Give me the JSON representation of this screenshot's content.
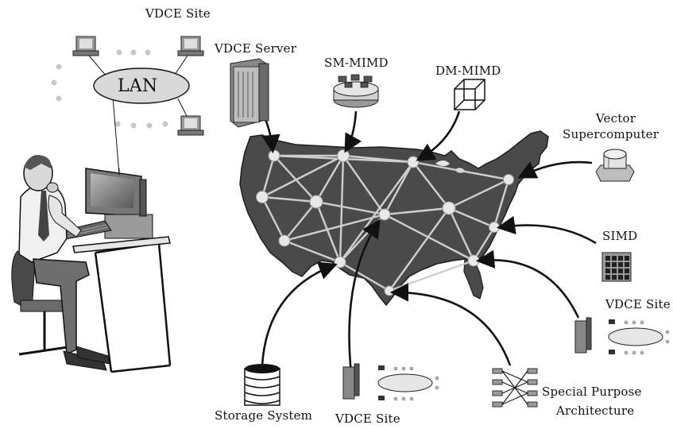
{
  "labels": {
    "vdce_site_top": "VDCE Site",
    "lan": "LAN",
    "vdce_server": "VDCE Server",
    "sm_mimd": "SM-MIMD",
    "dm_mimd": "DM-MIMD",
    "vector_super_line1": "Vector",
    "vector_super_line2": "Supercomputer",
    "simd": "SIMD",
    "vdce_site_right": "VDCE Site",
    "storage_system": "Storage System",
    "vdce_site_bottom": "VDCE Site",
    "special_purpose_line1": "Special Purpose",
    "special_purpose_line2": "Architecture"
  },
  "colors": {
    "map_fill": "#4a4a4a",
    "map_edge": "#1e1e1e",
    "network_line": "#cfcfcf",
    "node_fill": "#e8e8e8",
    "ink": "#111111",
    "lan_fill": "#d9d9d9"
  },
  "icons": {
    "workstation": "desktop-computer-icon",
    "server": "server-tower-icon",
    "shared_memory": "sm-mimd-icon",
    "distributed_memory": "dm-mimd-cube-icon",
    "vector": "vector-supercomputer-icon",
    "simd": "simd-grid-icon",
    "storage": "disk-stack-icon",
    "crossbar": "crossbar-switch-icon",
    "user": "user-at-computer-icon"
  }
}
